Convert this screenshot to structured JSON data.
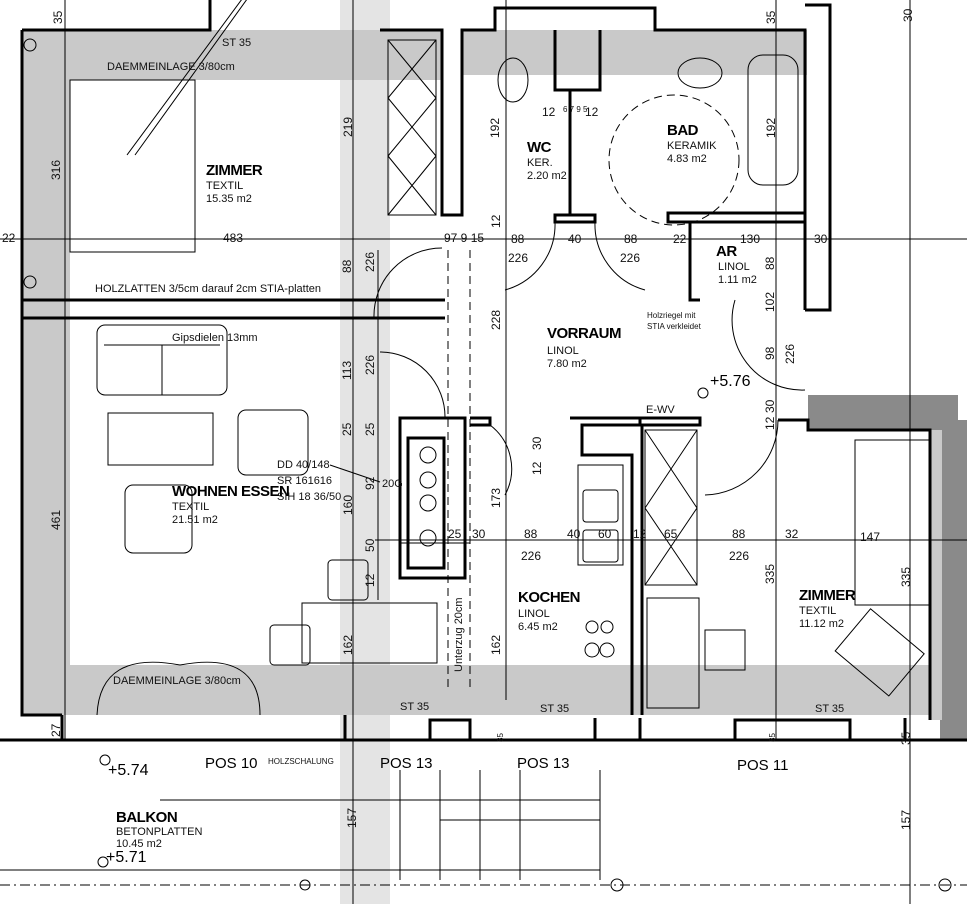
{
  "rooms": [
    {
      "name": "ZIMMER",
      "floor": "TEXTIL",
      "area": "15.35 m2"
    },
    {
      "name": "WC",
      "floor": "KER.",
      "area": "2.20 m2"
    },
    {
      "name": "BAD",
      "floor": "KERAMIK",
      "area": "4.83 m2"
    },
    {
      "name": "AR",
      "floor": "LINOL",
      "area": "1.11 m2"
    },
    {
      "name": "VORRAUM",
      "floor": "LINOL",
      "area": "7.80 m2"
    },
    {
      "name": "WOHNEN ESSEN",
      "floor": "TEXTIL",
      "area": "21.51 m2"
    },
    {
      "name": "KOCHEN",
      "floor": "LINOL",
      "area": "6.45 m2"
    },
    {
      "name": "ZIMMER",
      "floor": "TEXTIL",
      "area": "11.12 m2"
    },
    {
      "name": "BALKON",
      "floor": "BETONPLATTEN",
      "area": "10.45 m2"
    }
  ],
  "notes": {
    "daemm_top": "DAEMMEINLAGE 3/80cm",
    "daemm_bottom": "DAEMMEINLAGE 3/80cm",
    "holzlatten": "HOLZLATTEN 3/5cm darauf 2cm STIA-platten",
    "gipsdielen": "Gipsdielen 13mm",
    "holzriegel_1": "Holzriegel mit",
    "holzriegel_2": "STIA verkleidet",
    "ewv": "E-WV",
    "unterzug": "Unterzug 20cm",
    "holzschalung": "HOLZSCHALUNG",
    "chimney_1": "DD 40/148",
    "chimney_2": "SR 161616",
    "chimney_3": "SIH 18 36/50",
    "chimney_4": "20G",
    "st35": "ST 35"
  },
  "levels": [
    "+5.76",
    "+5.74",
    "+5.71"
  ],
  "positions": [
    "POS 10",
    "POS 13",
    "POS 13",
    "POS 11"
  ],
  "dims": {
    "top_35": "35",
    "left_316": "316",
    "v219": "219",
    "w483": "483",
    "l22": "22",
    "v88a": "88",
    "v226a": "226",
    "d97915": "97 9 15",
    "v113": "113",
    "v226b": "226",
    "v25a": "25",
    "v25b": "25",
    "v92": "92",
    "v160": "160",
    "v461": "461",
    "v50": "50",
    "v12a": "12",
    "v162a": "162",
    "h25": "25",
    "h30a": "30",
    "wc192": "192",
    "wc12a": "12",
    "wc6795": "6 7 9 5",
    "wc12b": "12",
    "bad192": "192",
    "v12b": "12",
    "h88a": "88",
    "h226a": "226",
    "h40a": "40",
    "h88b": "88",
    "h226b": "226",
    "h22": "22",
    "h130": "130",
    "ar88": "88",
    "h30b": "30",
    "v228": "228",
    "v102": "102",
    "v98": "98",
    "v226c": "226",
    "v30c": "30",
    "v12c": "12",
    "v30d": "30",
    "v12d": "12",
    "v173": "173",
    "h88c": "88",
    "h226c": "226",
    "h40b": "40",
    "h60": "60",
    "h12": "12",
    "h65": "65",
    "h88d": "88",
    "h226d": "226",
    "h32": "32",
    "h147": "147",
    "v335a": "335",
    "v335b": "335",
    "v162b": "162",
    "v27": "27",
    "v35b": "35",
    "v85a": "85",
    "v85b": "85",
    "v157a": "157",
    "v157b": "157",
    "tr35": "35",
    "tr30": "30"
  },
  "colors": {
    "wall_fill": "#c9c9c9",
    "ink": "#000000",
    "dark_wall": "#8a8a8a"
  }
}
